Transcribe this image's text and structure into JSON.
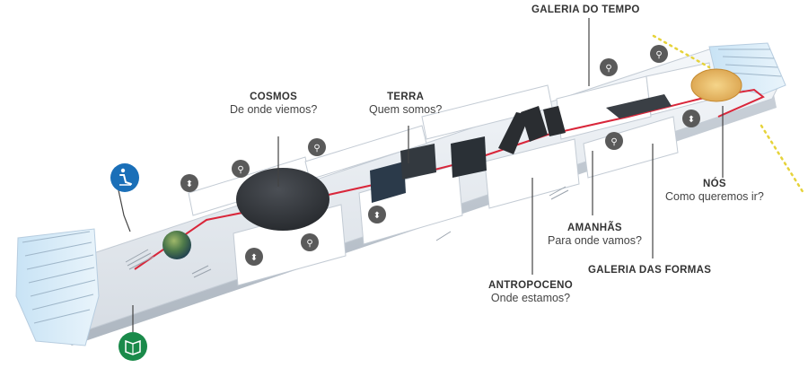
{
  "labels": {
    "galeria_tempo": {
      "title": "GALERIA DO TEMPO",
      "subtitle": ""
    },
    "cosmos": {
      "title": "COSMOS",
      "subtitle": "De onde viemos?"
    },
    "terra": {
      "title": "TERRA",
      "subtitle": "Quem somos?"
    },
    "nos": {
      "title": "NÓS",
      "subtitle": "Como queremos ir?"
    },
    "amanhas": {
      "title": "AMANHÃS",
      "subtitle": "Para onde vamos?"
    },
    "galeria_formas": {
      "title": "GALERIA DAS FORMAS",
      "subtitle": ""
    },
    "antropoceno": {
      "title": "ANTROPOCENO",
      "subtitle": "Onde estamos?"
    }
  },
  "icons": {
    "accessibility": "accessibility-icon",
    "book": "book-icon",
    "restroom": "restroom-icon",
    "elevator": "elevator-icon"
  },
  "colors": {
    "accessibility_blue": "#1a6fb8",
    "book_green": "#1a8a4a",
    "service_gray": "#5a5a5a",
    "route_red": "#d9263a",
    "path_yellow": "#e6d33a"
  }
}
